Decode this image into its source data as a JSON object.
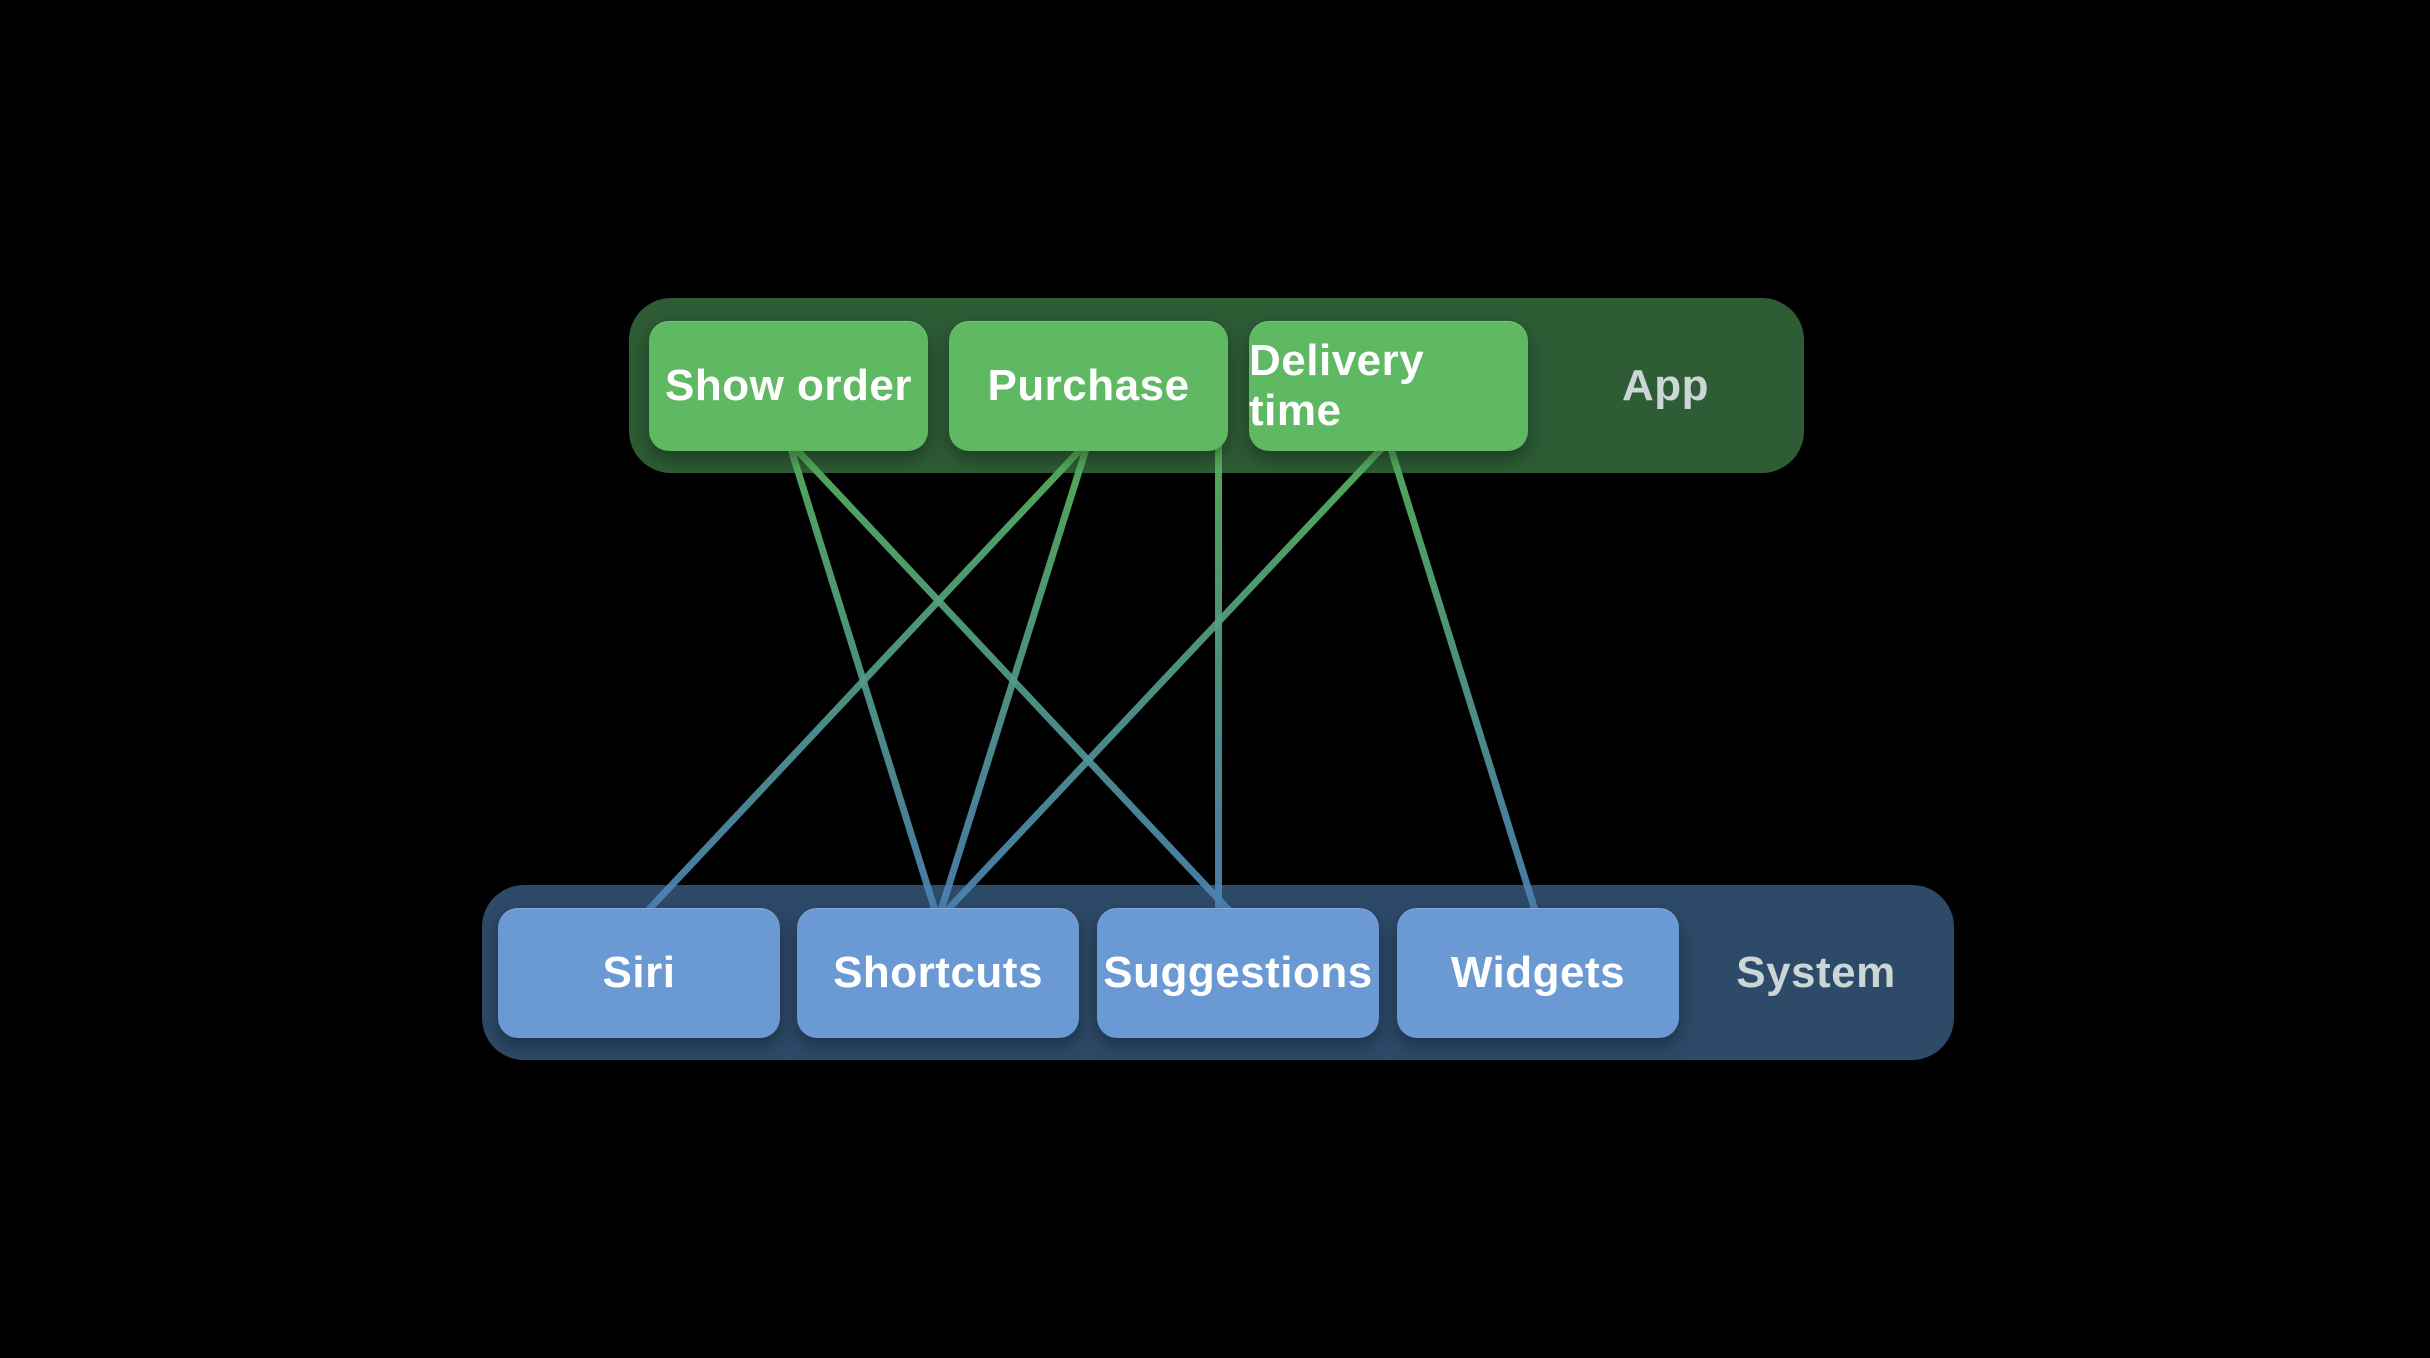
{
  "diagram": {
    "background_color": "#000000",
    "group_label_color": "#ccd6d4",
    "line_gradient": {
      "top": "#58b45f",
      "bottom": "#4e84b6"
    },
    "app_group": {
      "label": "App",
      "container_color": "#2d5c35",
      "box_color": "#5fb963",
      "items": [
        {
          "label": "Show order"
        },
        {
          "label": "Purchase"
        },
        {
          "label": "Delivery time"
        }
      ]
    },
    "system_group": {
      "label": "System",
      "container_color": "#2d4a69",
      "box_color": "#6a99d3",
      "items": [
        {
          "label": "Siri"
        },
        {
          "label": "Shortcuts"
        },
        {
          "label": "Suggestions"
        },
        {
          "label": "Widgets"
        }
      ]
    },
    "connections": [
      {
        "from": {
          "group": "app",
          "index": 0
        },
        "to": {
          "group": "system",
          "index": 1
        },
        "label": "Show order to Shortcuts"
      },
      {
        "from": {
          "group": "app",
          "index": 0
        },
        "to": {
          "group": "system",
          "index": 2
        },
        "label": "Show order to Suggestions"
      },
      {
        "from": {
          "group": "app",
          "index": 1
        },
        "to": {
          "group": "system",
          "index": 0
        },
        "label": "Purchase to Siri"
      },
      {
        "from": {
          "group": "app",
          "index": 1
        },
        "to": {
          "group": "system",
          "index": 1
        },
        "label": "Purchase to Shortcuts"
      },
      {
        "from": {
          "group": "app",
          "index": 1
        },
        "to": {
          "group": "system",
          "index": 2
        },
        "vertical": true,
        "label": "Purchase to Suggestions"
      },
      {
        "from": {
          "group": "app",
          "index": 2
        },
        "to": {
          "group": "system",
          "index": 1
        },
        "label": "Delivery time to Shortcuts"
      },
      {
        "from": {
          "group": "app",
          "index": 2
        },
        "to": {
          "group": "system",
          "index": 3
        },
        "label": "Delivery time to Widgets"
      }
    ]
  }
}
